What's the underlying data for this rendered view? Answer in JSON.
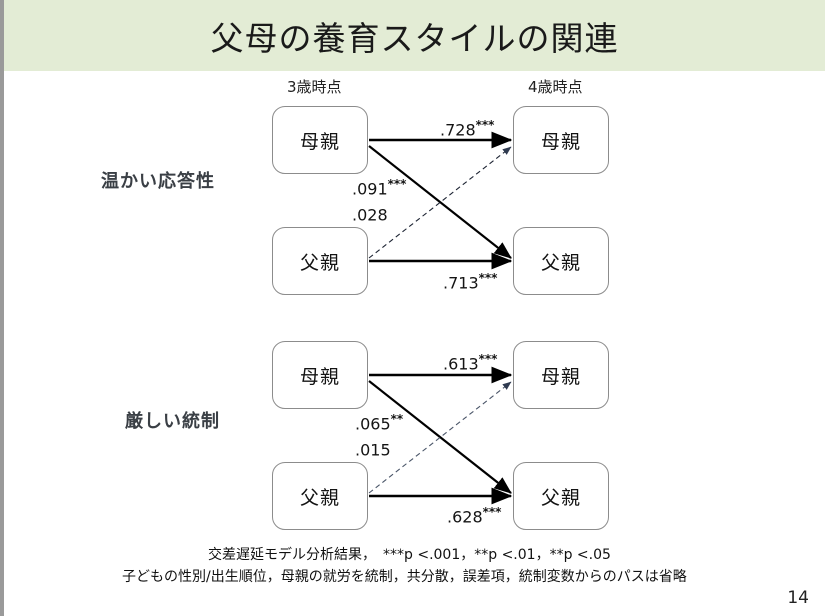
{
  "slide": {
    "title": "父母の養育スタイルの関連",
    "page_number": "14",
    "banner_color": "#e3ecd5"
  },
  "columns": [
    {
      "id": "wave3",
      "label": "3歳時点"
    },
    {
      "id": "wave4",
      "label": "4歳時点"
    }
  ],
  "panels": [
    {
      "id": "warm-responsiveness",
      "row_label": "温かい応答性",
      "nodes": [
        {
          "id": "t1-mother",
          "label": "母親"
        },
        {
          "id": "t1-father",
          "label": "父親"
        },
        {
          "id": "t2-mother",
          "label": "母親"
        },
        {
          "id": "t2-father",
          "label": "父親"
        }
      ],
      "paths": [
        {
          "id": "mother-to-mother",
          "coefficient": ".728",
          "stars": "***",
          "style": "solid"
        },
        {
          "id": "mother-to-father",
          "coefficient": ".091",
          "stars": "***",
          "style": "solid"
        },
        {
          "id": "father-to-mother",
          "coefficient": ".028",
          "stars": "",
          "style": "dashed"
        },
        {
          "id": "father-to-father",
          "coefficient": ".713",
          "stars": "***",
          "style": "solid"
        }
      ]
    },
    {
      "id": "harsh-control",
      "row_label": "厳しい統制",
      "nodes": [
        {
          "id": "t1-mother",
          "label": "母親"
        },
        {
          "id": "t1-father",
          "label": "父親"
        },
        {
          "id": "t2-mother",
          "label": "母親"
        },
        {
          "id": "t2-father",
          "label": "父親"
        }
      ],
      "paths": [
        {
          "id": "mother-to-mother",
          "coefficient": ".613",
          "stars": "***",
          "style": "solid"
        },
        {
          "id": "mother-to-father",
          "coefficient": ".065",
          "stars": "**",
          "style": "solid"
        },
        {
          "id": "father-to-mother",
          "coefficient": ".015",
          "stars": "",
          "style": "dashed"
        },
        {
          "id": "father-to-father",
          "coefficient": ".628",
          "stars": "***",
          "style": "solid"
        }
      ]
    }
  ],
  "footnotes": {
    "line1_prefix": "交差遅延モデル分析結果，　",
    "line1_sig": "***p <.001，**p <.01，**p <.05",
    "line2": "子どもの性別/出生順位，母親の就労を統制，共分散，誤差項，統制変数からのパスは省略"
  }
}
